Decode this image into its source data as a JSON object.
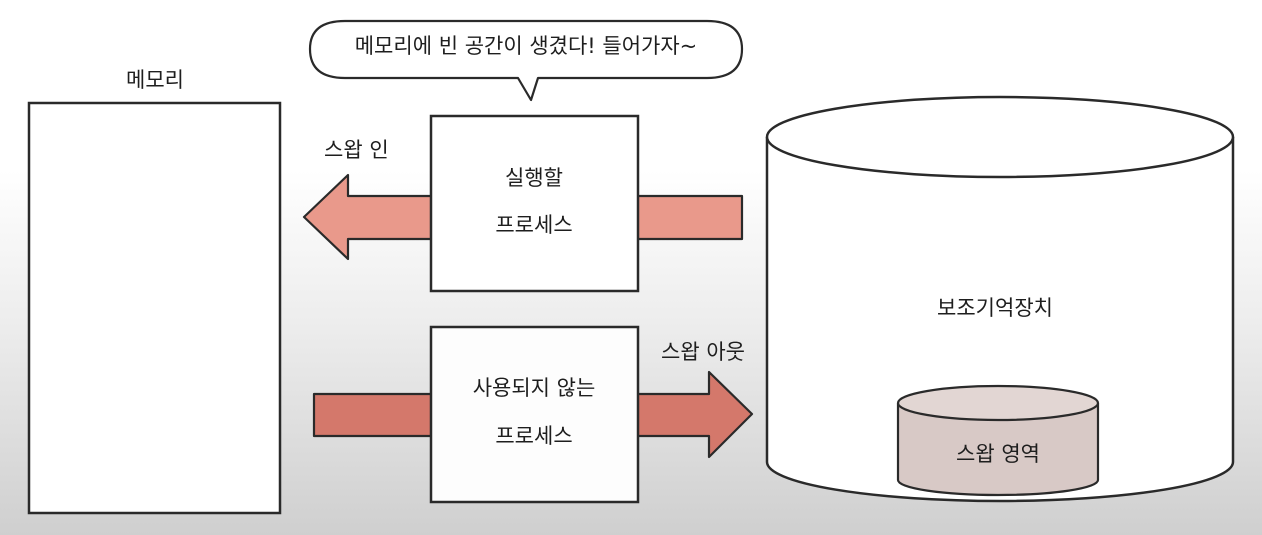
{
  "memory": {
    "title": "메모리"
  },
  "speech_bubble": {
    "text": "메모리에 빈 공간이 생겼다! 들어가자~"
  },
  "process_to_run": {
    "line1": "실행할",
    "line2": "프로세스"
  },
  "unused_process": {
    "line1": "사용되지 않는",
    "line2": "프로세스"
  },
  "swap_in": {
    "label": "스왑 인"
  },
  "swap_out": {
    "label": "스왑 아웃"
  },
  "secondary_storage": {
    "label": "보조기억장치"
  },
  "swap_area": {
    "label": "스왑 영역"
  },
  "colors": {
    "arrow_in": "#e9998b",
    "arrow_out": "#d4786b",
    "swap_area_fill": "#d8c9c6",
    "stroke": "#2a2a2a"
  }
}
